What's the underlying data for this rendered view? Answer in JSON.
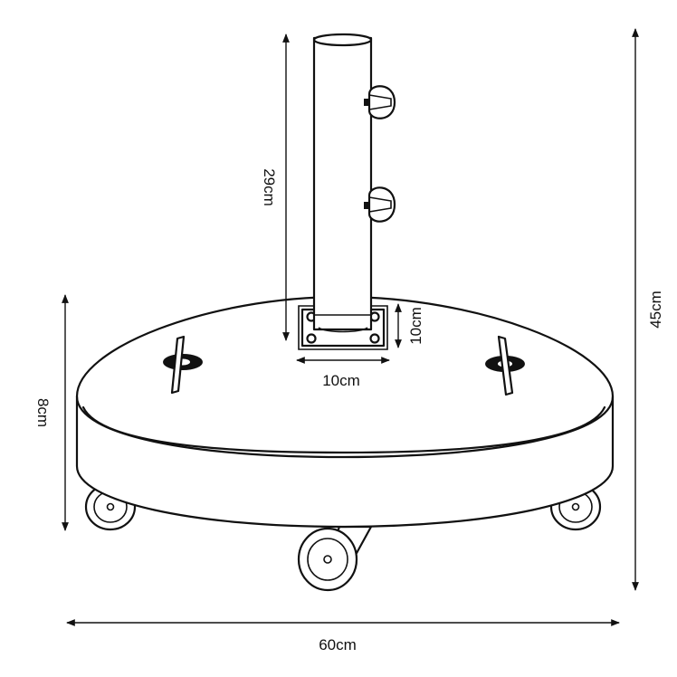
{
  "dimensions": {
    "pole_height": "29cm",
    "total_height": "45cm",
    "base_height": "8cm",
    "plate_width": "10cm",
    "plate_depth": "10cm",
    "base_diameter": "60cm"
  },
  "colors": {
    "line": "#111111",
    "background": "#ffffff"
  }
}
